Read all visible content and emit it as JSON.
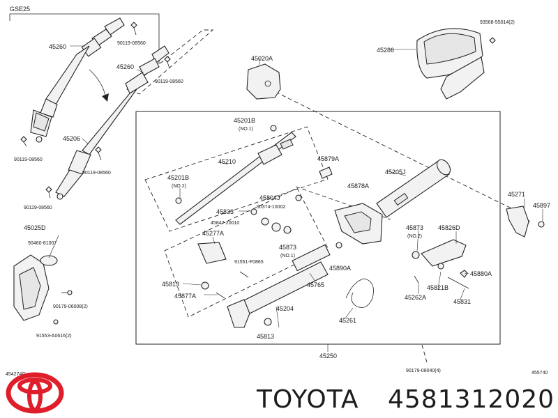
{
  "diagram": {
    "group_label": "GSE25",
    "labels": {
      "p45260a": "45260",
      "p90119a": "90119-08560",
      "p45260b": "45260",
      "p90119b": "90119-08560",
      "p45206": "45206",
      "p90119c": "90119-08560",
      "p90119d": "90119-08560",
      "p90119e": "90119-08560",
      "p45020A": "45020A",
      "p93568": "93568-55014(2)",
      "p45286": "45286",
      "p45201B1": "45201B",
      "p45201B1_no": "(NO.1)",
      "p45210": "45210",
      "p45201B2": "45201B",
      "p45201B2_no": "(NO.2)",
      "p45879A": "45879A",
      "p45205J": "45205J",
      "p45804J": "45804J",
      "p90374": "90374-10002",
      "p45878A": "45878A",
      "p45833": "45833",
      "p45847": "45847-20010",
      "p45025D": "45025D",
      "p90460": "90460-81007",
      "p45277A": "45277A",
      "p45873a": "45873",
      "p45873a_no": "(NO.1)",
      "p45873b": "45873",
      "p45873b_no": "(NO.2)",
      "p45826D": "45826D",
      "p45271": "45271",
      "p45897": "45897",
      "p91551": "91551-F0865",
      "p45890A": "45890A",
      "p45880A": "45880A",
      "p45813a": "45813",
      "p45877A": "45877A",
      "p45765": "45765",
      "p45821B": "45821B",
      "p45262A": "45262A",
      "p45831": "45831",
      "p90179a": "90179-06008(2)",
      "p45204": "45204",
      "p45261": "45261",
      "p91553": "91553-A0616(2)",
      "p45813b": "45813",
      "p45250": "45250",
      "p90179b": "90179-08040(4)",
      "ref_left": "454274G",
      "ref_right": "455740"
    }
  },
  "footer": {
    "brand": "TOYOTA",
    "part_number": "4581312020"
  }
}
